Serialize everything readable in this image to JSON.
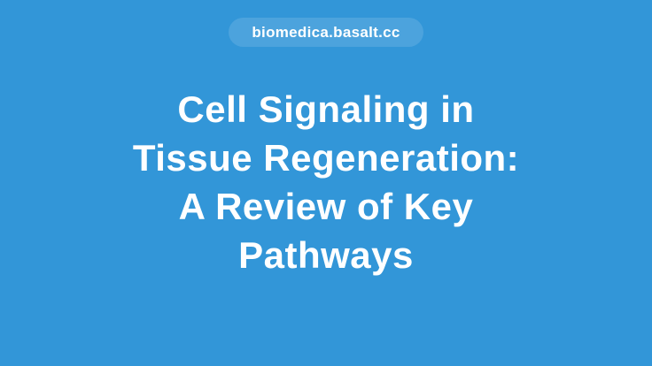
{
  "page": {
    "background_color": "#3296d8",
    "text_color": "#ffffff",
    "badge": {
      "label": "biomedica.basalt.cc",
      "background_color": "#4aa3dd",
      "text_color": "#ffffff"
    },
    "title": {
      "text": "Cell Signaling in Tissue Regeneration: A Review of Key Pathways",
      "lines": {
        "0": "Cell Signaling in",
        "1": "Tissue Regeneration:",
        "2": "A Review of Key",
        "3": "Pathways"
      },
      "text_color": "#ffffff"
    }
  }
}
